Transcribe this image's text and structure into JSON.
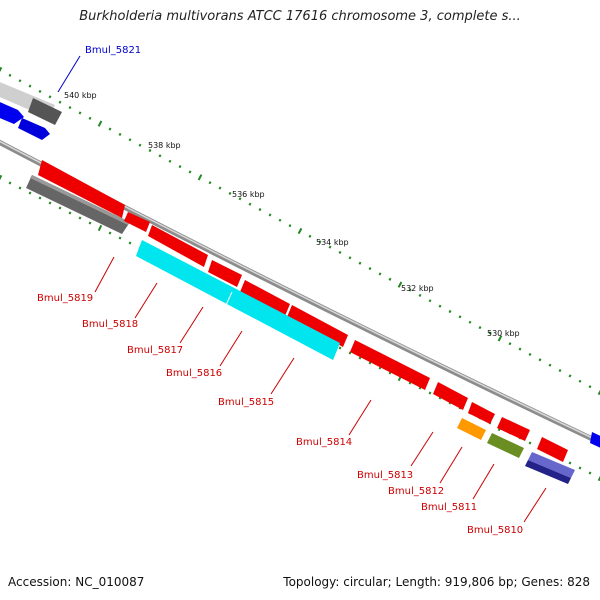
{
  "title": "Burkholderia multivorans ATCC 17616 chromosome 3, complete s...",
  "footer": {
    "accession": "Accession: NC_010087",
    "topology": "Topology: circular; Length: 919,806 bp; Genes: 828"
  },
  "scale_labels": [
    "540 kbp",
    "538 kbp",
    "536 kbp",
    "534 kbp",
    "532 kbp",
    "530 kbp"
  ],
  "gene_labels": [
    {
      "text": "Bmul_5821",
      "color": "#0000cc"
    },
    {
      "text": "Bmul_5819",
      "color": "#cc0000"
    },
    {
      "text": "Bmul_5818",
      "color": "#cc0000"
    },
    {
      "text": "Bmul_5817",
      "color": "#cc0000"
    },
    {
      "text": "Bmul_5816",
      "color": "#cc0000"
    },
    {
      "text": "Bmul_5815",
      "color": "#cc0000"
    },
    {
      "text": "Bmul_5814",
      "color": "#cc0000"
    },
    {
      "text": "Bmul_5813",
      "color": "#cc0000"
    },
    {
      "text": "Bmul_5812",
      "color": "#cc0000"
    },
    {
      "text": "Bmul_5811",
      "color": "#cc0000"
    },
    {
      "text": "Bmul_5810",
      "color": "#cc0000"
    }
  ],
  "colors": {
    "backbone": "#8c8c8c",
    "forward_gene": "#ee0000",
    "reverse_cds": "#666666",
    "blue_gene": "#0000ee",
    "cyan_gene": "#00e5ee",
    "orange_gene": "#ff9900",
    "olive_gene": "#6b8e23",
    "navy_gene": "#222288",
    "tick": "#228822"
  }
}
